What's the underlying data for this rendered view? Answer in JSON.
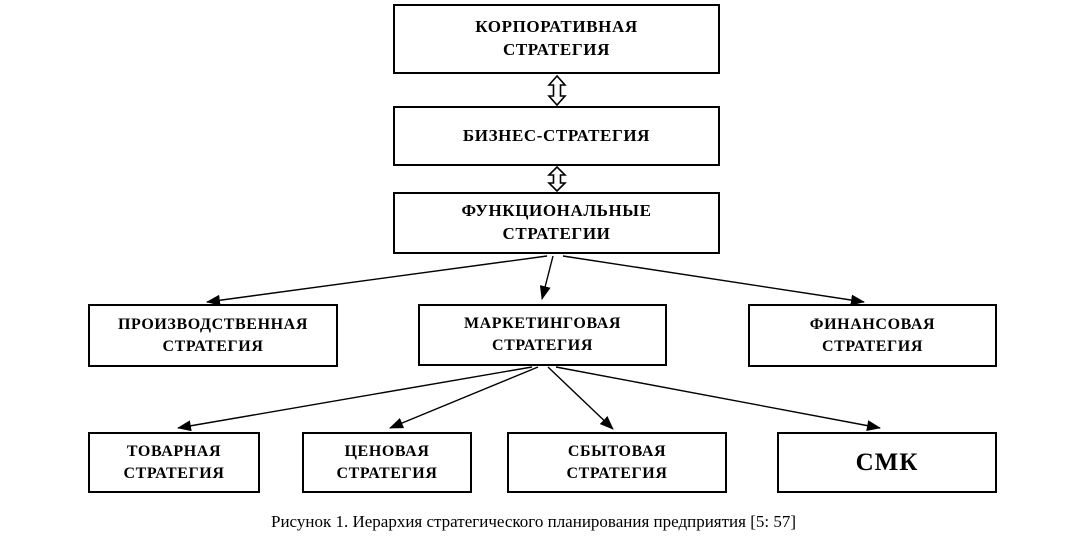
{
  "diagram": {
    "type": "flowchart",
    "caption": "Рисунок 1. Иерархия стратегического планирования предприятия [5: 57]",
    "nodes": {
      "corporate": "КОРПОРАТИВНАЯ\nСТРАТЕГИЯ",
      "business": "БИЗНЕС-СТРАТЕГИЯ",
      "functional": "ФУНКЦИОНАЛЬНЫЕ\nСТРАТЕГИИ",
      "production": "ПРОИЗВОДСТВЕННАЯ\nСТРАТЕГИЯ",
      "marketing": "МАРКЕТИНГОВАЯ\nСТРАТЕГИЯ",
      "financial": "ФИНАНСОВАЯ\nСТРАТЕГИЯ",
      "product": "ТОВАРНАЯ\nСТРАТЕГИЯ",
      "pricing": "ЦЕНОВАЯ\nСТРАТЕГИЯ",
      "sales": "СБЫТОВАЯ\nСТРАТЕГИЯ",
      "smk": "СМК"
    },
    "edges": [
      {
        "from": "corporate",
        "to": "business",
        "style": "double-headed-hollow"
      },
      {
        "from": "business",
        "to": "functional",
        "style": "double-headed-hollow"
      },
      {
        "from": "functional",
        "to": "production",
        "style": "arrow"
      },
      {
        "from": "functional",
        "to": "marketing",
        "style": "arrow"
      },
      {
        "from": "functional",
        "to": "financial",
        "style": "arrow"
      },
      {
        "from": "marketing",
        "to": "product",
        "style": "arrow"
      },
      {
        "from": "marketing",
        "to": "pricing",
        "style": "arrow"
      },
      {
        "from": "marketing",
        "to": "sales",
        "style": "arrow"
      },
      {
        "from": "marketing",
        "to": "smk",
        "style": "arrow"
      }
    ],
    "colors": {
      "line": "#000000",
      "box_border": "#000000",
      "box_fill": "#ffffff",
      "background": "#ffffff",
      "text": "#000000"
    }
  }
}
